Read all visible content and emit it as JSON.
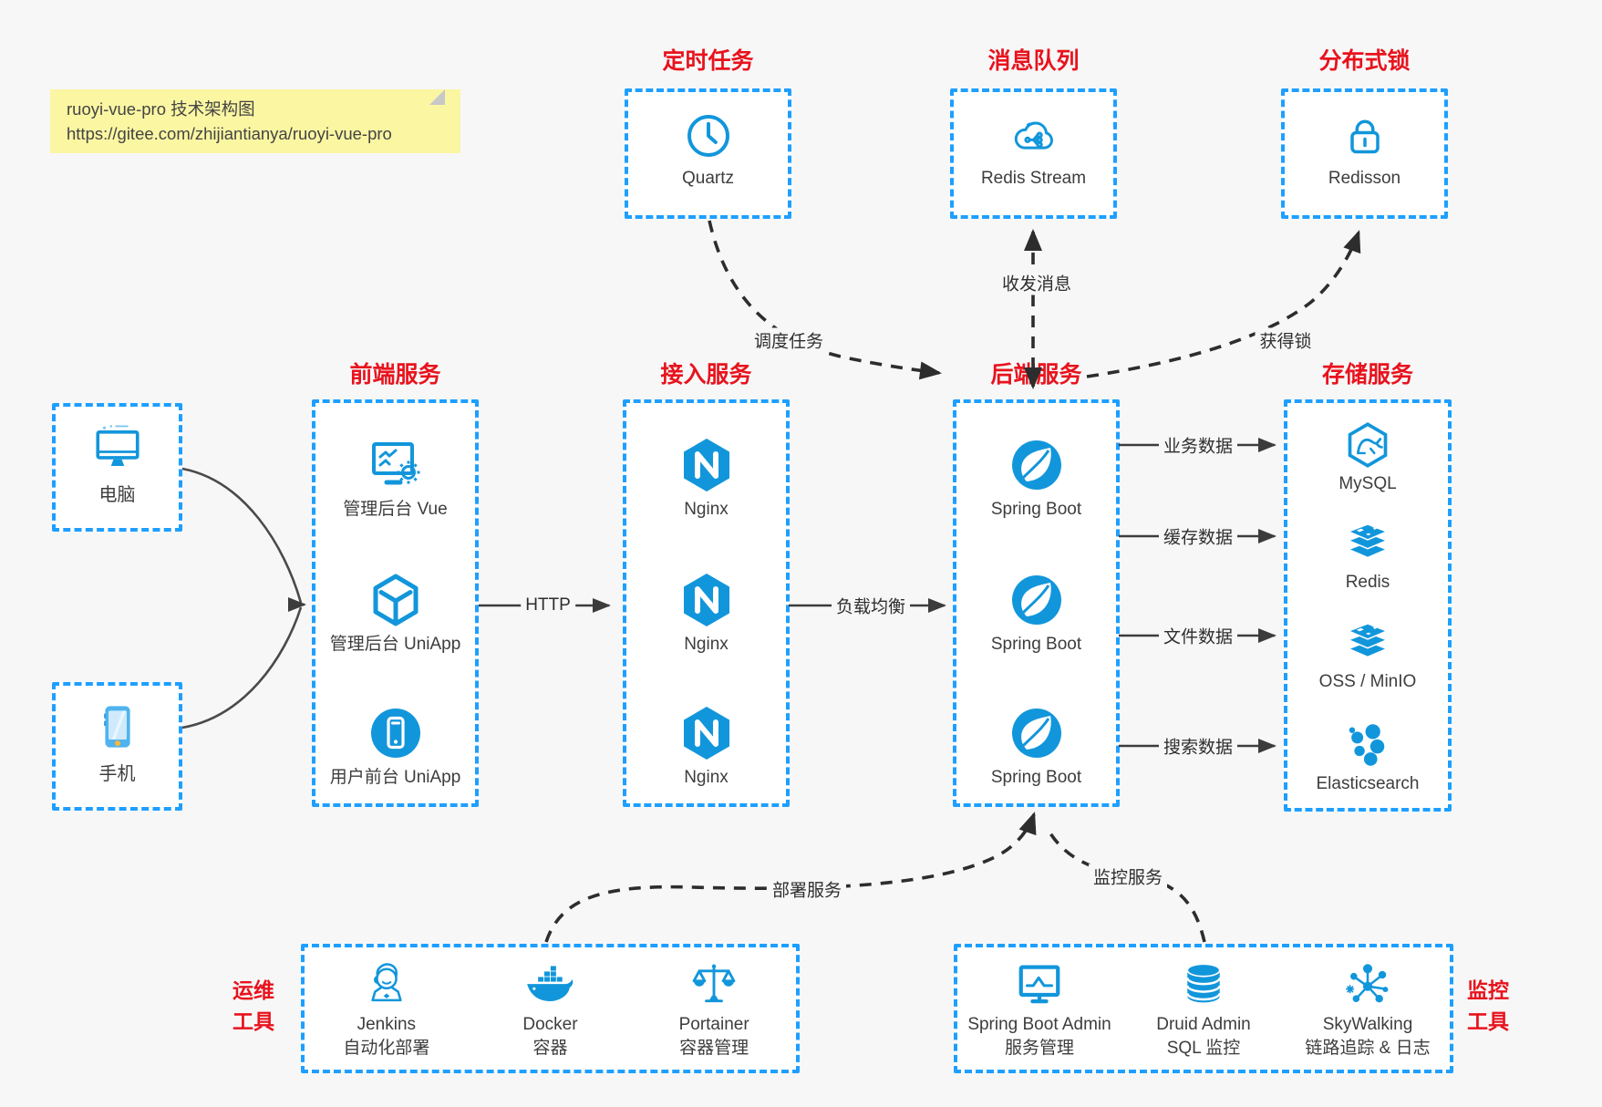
{
  "palette": {
    "box_border_blue": "#1e9fff",
    "icon_blue": "#1296db",
    "title_red": "#e8131d",
    "background": "#f7f7f8",
    "note_bg": "#fbf6a2",
    "arrow_dark": "#3c3c3c"
  },
  "note": {
    "line1": "ruoyi-vue-pro 技术架构图",
    "line2": "https://gitee.com/zhijiantianya/ruoyi-vue-pro"
  },
  "top_groups": [
    {
      "title": "定时任务",
      "item": {
        "icon": "clock-icon",
        "label": "Quartz"
      }
    },
    {
      "title": "消息队列",
      "item": {
        "icon": "redis-stream-cloud-icon",
        "label": "Redis Stream"
      }
    },
    {
      "title": "分布式锁",
      "item": {
        "icon": "lock-icon",
        "label": "Redisson"
      }
    }
  ],
  "clients": [
    {
      "icon": "desktop-icon",
      "label": "电脑"
    },
    {
      "icon": "smartphone-icon",
      "label": "手机"
    }
  ],
  "columns": [
    {
      "title": "前端服务",
      "items": [
        {
          "icon": "admin-vue-icon",
          "label": "管理后台 Vue"
        },
        {
          "icon": "uniapp-cube-icon",
          "label": "管理后台 UniApp"
        },
        {
          "icon": "mobile-app-icon",
          "label": "用户前台 UniApp"
        }
      ]
    },
    {
      "title": "接入服务",
      "items": [
        {
          "icon": "nginx-icon",
          "label": "Nginx"
        },
        {
          "icon": "nginx-icon",
          "label": "Nginx"
        },
        {
          "icon": "nginx-icon",
          "label": "Nginx"
        }
      ]
    },
    {
      "title": "后端服务",
      "items": [
        {
          "icon": "spring-boot-icon",
          "label": "Spring Boot"
        },
        {
          "icon": "spring-boot-icon",
          "label": "Spring Boot"
        },
        {
          "icon": "spring-boot-icon",
          "label": "Spring Boot"
        }
      ]
    },
    {
      "title": "存储服务",
      "items": [
        {
          "icon": "mysql-icon",
          "label": "MySQL"
        },
        {
          "icon": "redis-icon",
          "label": "Redis"
        },
        {
          "icon": "oss-minio-icon",
          "label": "OSS / MinIO"
        },
        {
          "icon": "elasticsearch-icon",
          "label": "Elasticsearch"
        }
      ]
    }
  ],
  "bottom_groups": [
    {
      "title": "运维工具",
      "title_lines": [
        "运维",
        "工具"
      ],
      "items": [
        {
          "icon": "jenkins-icon",
          "label": "Jenkins",
          "sublabel": "自动化部署"
        },
        {
          "icon": "docker-icon",
          "label": "Docker",
          "sublabel": "容器"
        },
        {
          "icon": "portainer-icon",
          "label": "Portainer",
          "sublabel": "容器管理"
        }
      ]
    },
    {
      "title": "监控工具",
      "title_lines": [
        "监控",
        "工具"
      ],
      "items": [
        {
          "icon": "spring-boot-admin-icon",
          "label": "Spring Boot Admin",
          "sublabel": "服务管理"
        },
        {
          "icon": "druid-icon",
          "label": "Druid Admin",
          "sublabel": "SQL 监控"
        },
        {
          "icon": "skywalking-icon",
          "label": "SkyWalking",
          "sublabel": "链路追踪 & 日志"
        }
      ]
    }
  ],
  "edges": {
    "http": "HTTP",
    "load_balance": "负载均衡",
    "schedule": "调度任务",
    "message": "收发消息",
    "lock": "获得锁",
    "data": [
      "业务数据",
      "缓存数据",
      "文件数据",
      "搜索数据"
    ],
    "deploy": "部署服务",
    "monitor": "监控服务"
  }
}
